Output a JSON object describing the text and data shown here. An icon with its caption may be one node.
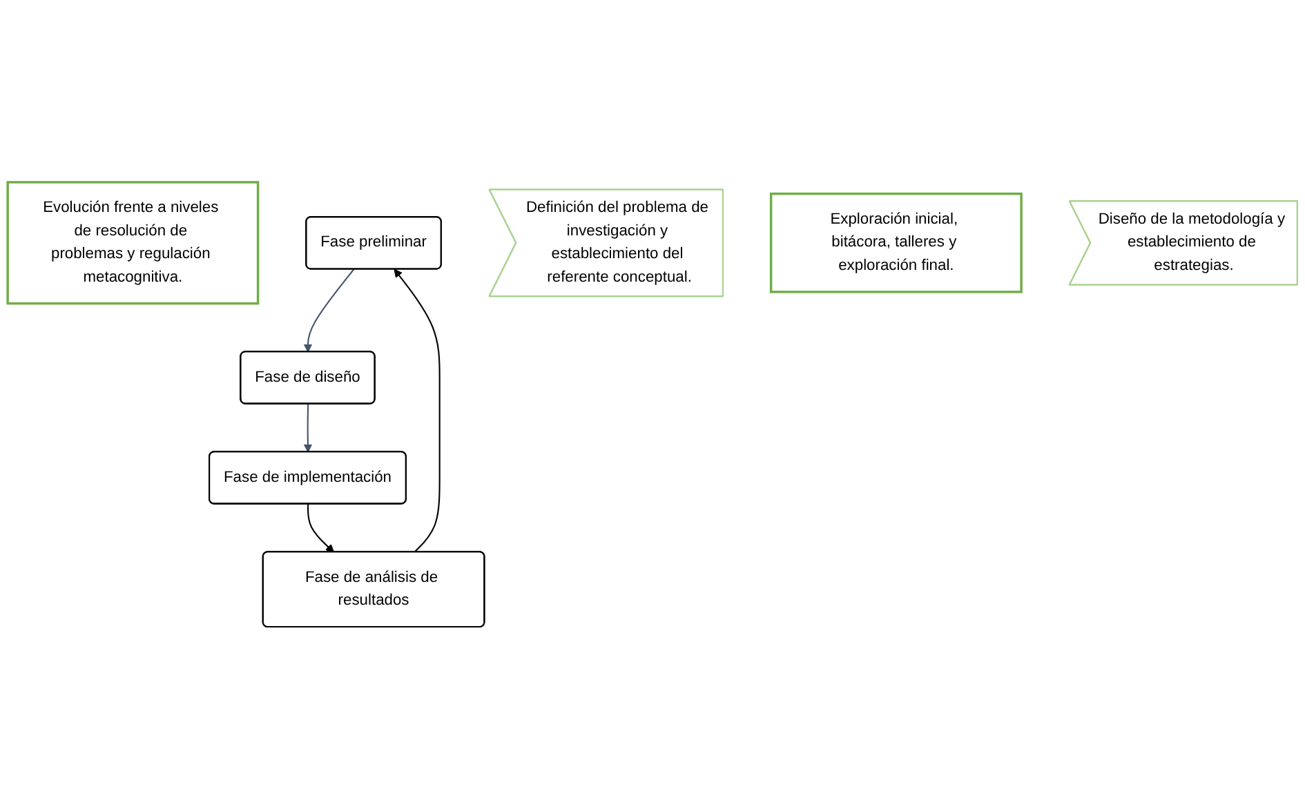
{
  "diagram": {
    "nodes": [
      {
        "text": [
          "Evolución frente a niveles de resolución de problemas y regulación metacognitiva."
        ]
      },
      {
        "text": [
          "Fase preliminar"
        ]
      },
      {
        "text": [
          "Definición del problema de investigación y establecimiento del referente conceptual."
        ]
      },
      {
        "text": [
          "Fase de análisis de resultados"
        ]
      },
      {
        "text": [
          "Fase de diseño"
        ]
      },
      {
        "text": [
          "Exploración inicial, bitácora, talleres y exploración final."
        ]
      },
      {
        "text": [
          "Fase de implementación"
        ]
      },
      {
        "text": [
          "Diseño de la metodología y establecimiento de estrategias."
        ]
      }
    ],
    "edges": [
      {
        "from": 1,
        "to": 4,
        "arrow": "to",
        "color": "#44546a"
      },
      {
        "from": 4,
        "to": 6,
        "arrow": "to",
        "color": "#44546a"
      },
      {
        "from": 6,
        "to": 3,
        "arrow": "to",
        "color": "#000000"
      },
      {
        "from": 3,
        "to": 1,
        "arrow": "to",
        "color": "#000000"
      }
    ]
  }
}
